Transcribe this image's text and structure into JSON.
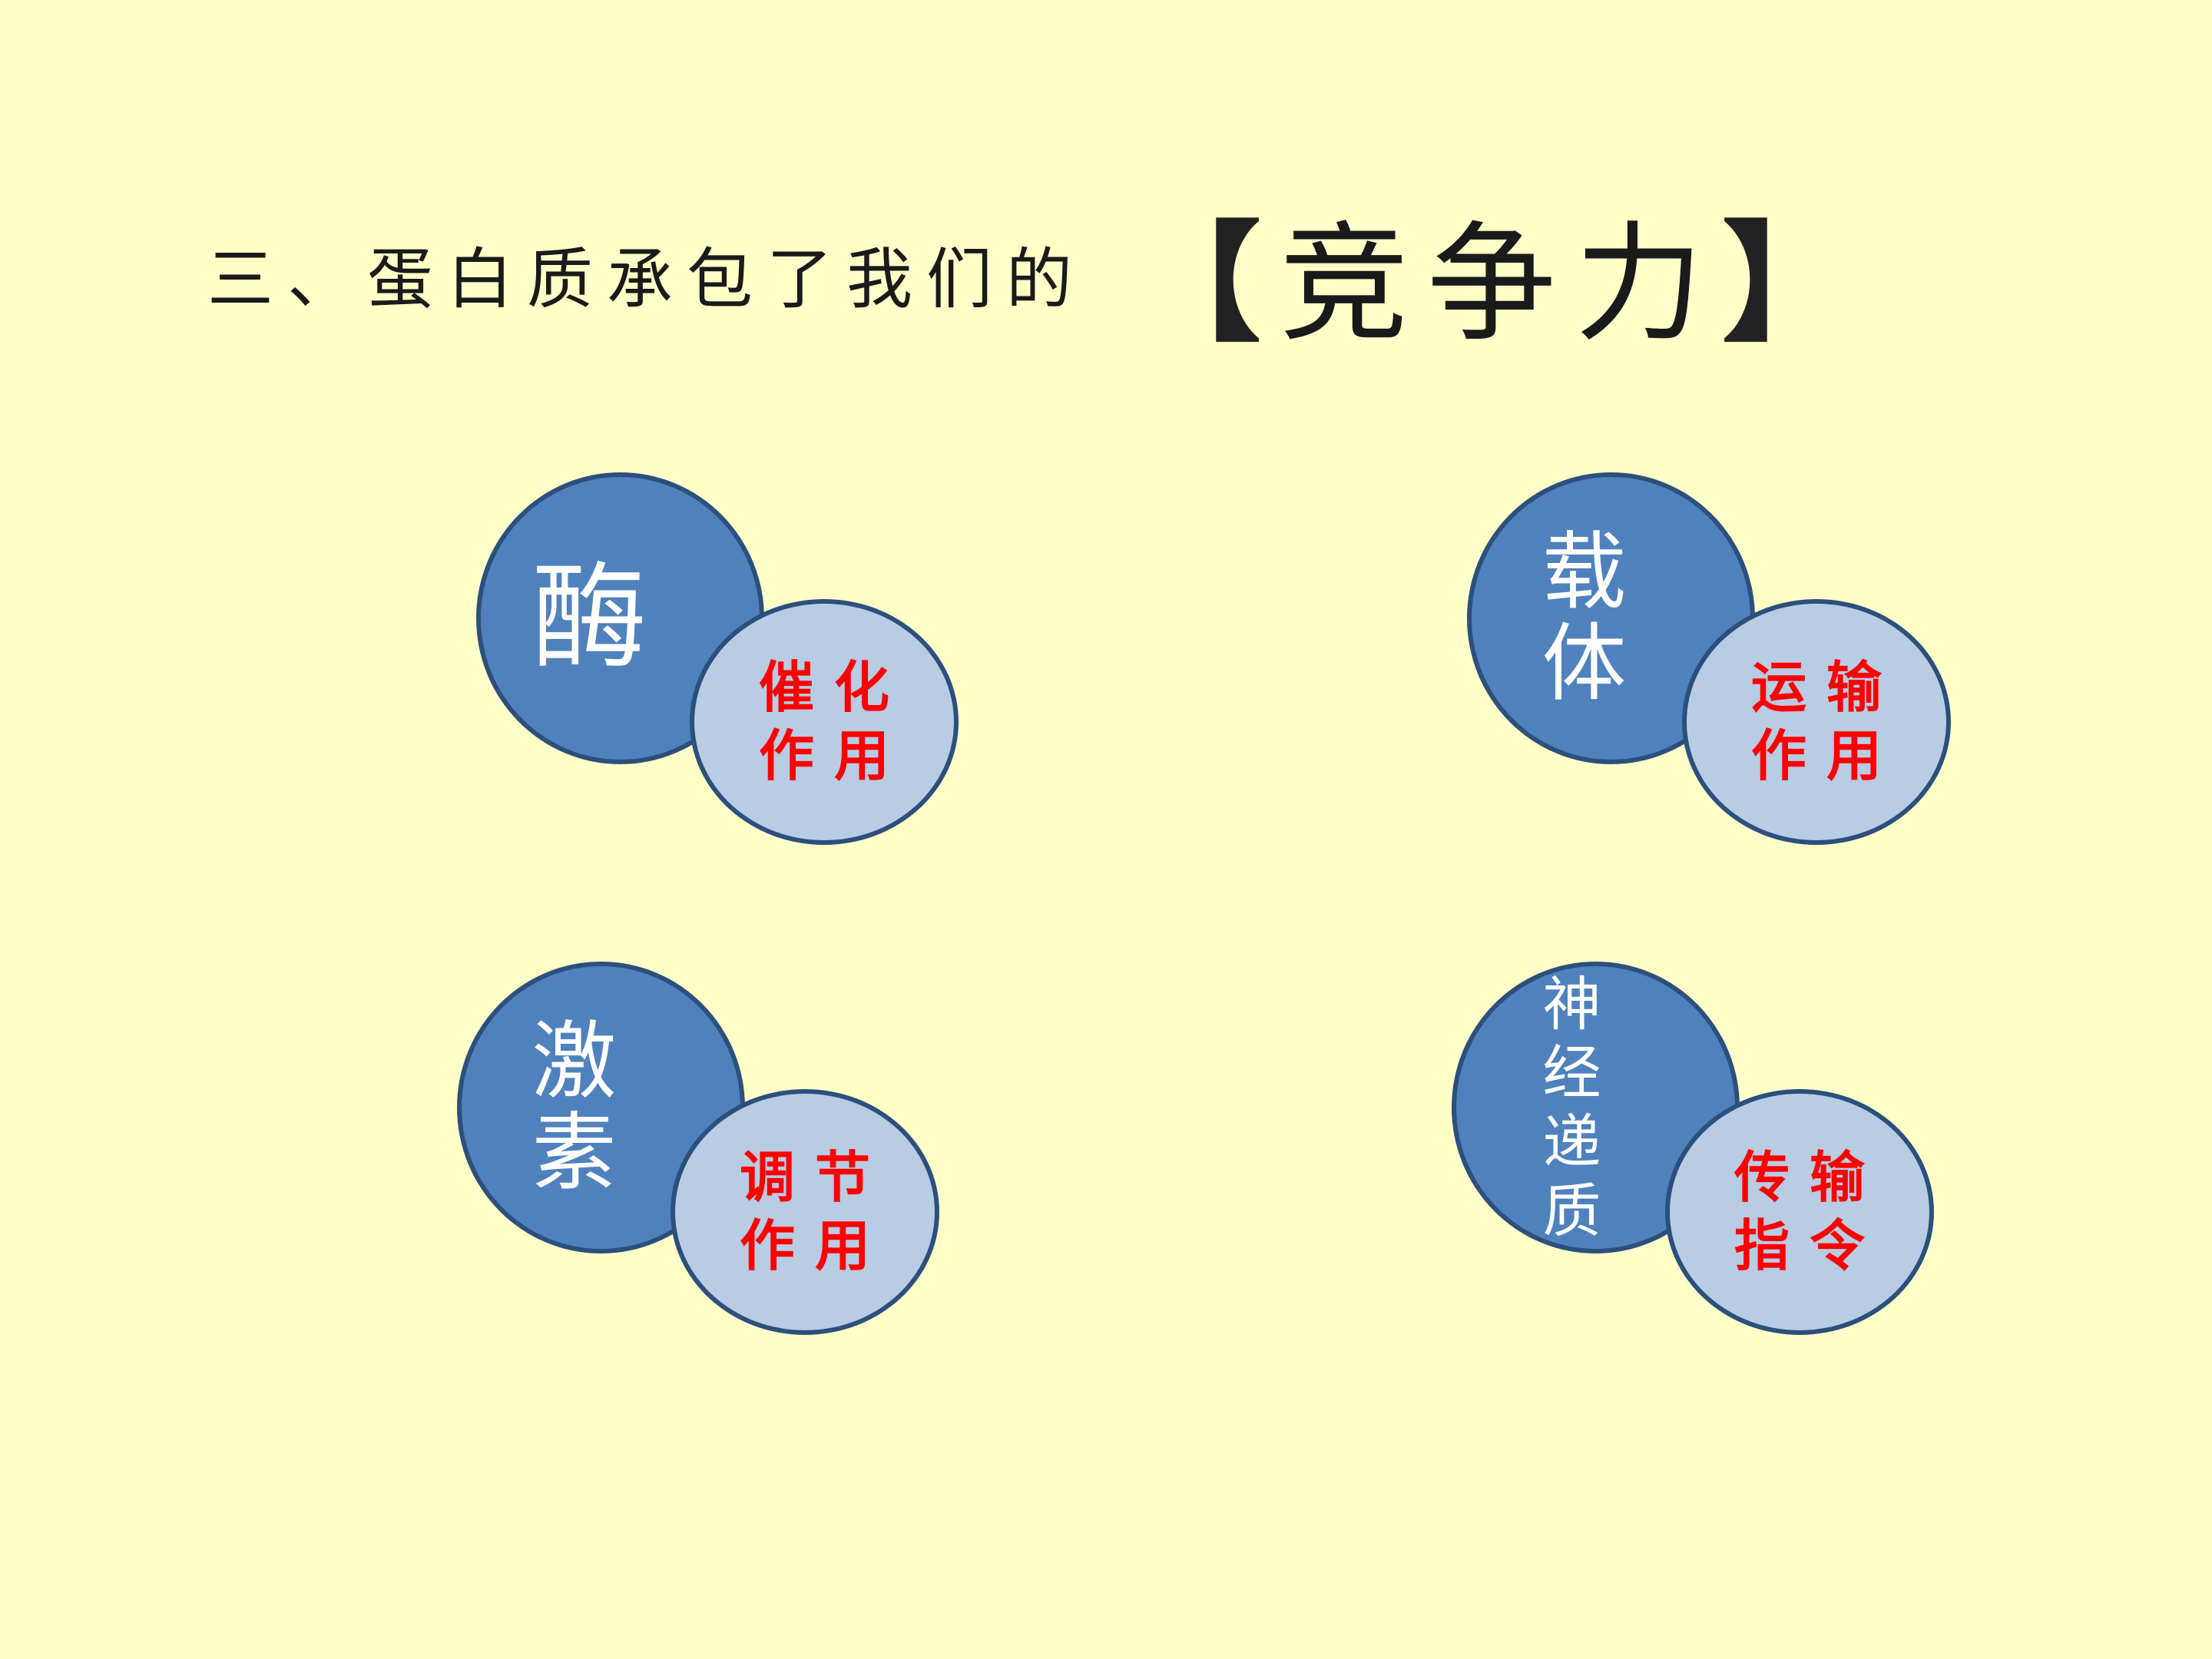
{
  "title": {
    "prefix": "三、蛋白质承包了我们的",
    "bracket_left": "【",
    "highlight": "竞争力",
    "bracket_right": "】"
  },
  "nodes": [
    {
      "main": "酶",
      "sub_line1": "催化",
      "sub_line2": "作用"
    },
    {
      "main": "载体",
      "sub_line1": "运输",
      "sub_line2": "作用"
    },
    {
      "main": "激素",
      "sub_line1": "调节",
      "sub_line2": "作用"
    },
    {
      "main": "神经递质",
      "sub_line1": "传输",
      "sub_line2": "指令"
    }
  ],
  "colors": {
    "background": "#ffffc8",
    "main_circle_fill": "#4f81bd",
    "sub_circle_fill": "#b8cce4",
    "circle_border": "#2c4f7c",
    "main_text": "#ffffff",
    "sub_text": "#ff0000"
  }
}
